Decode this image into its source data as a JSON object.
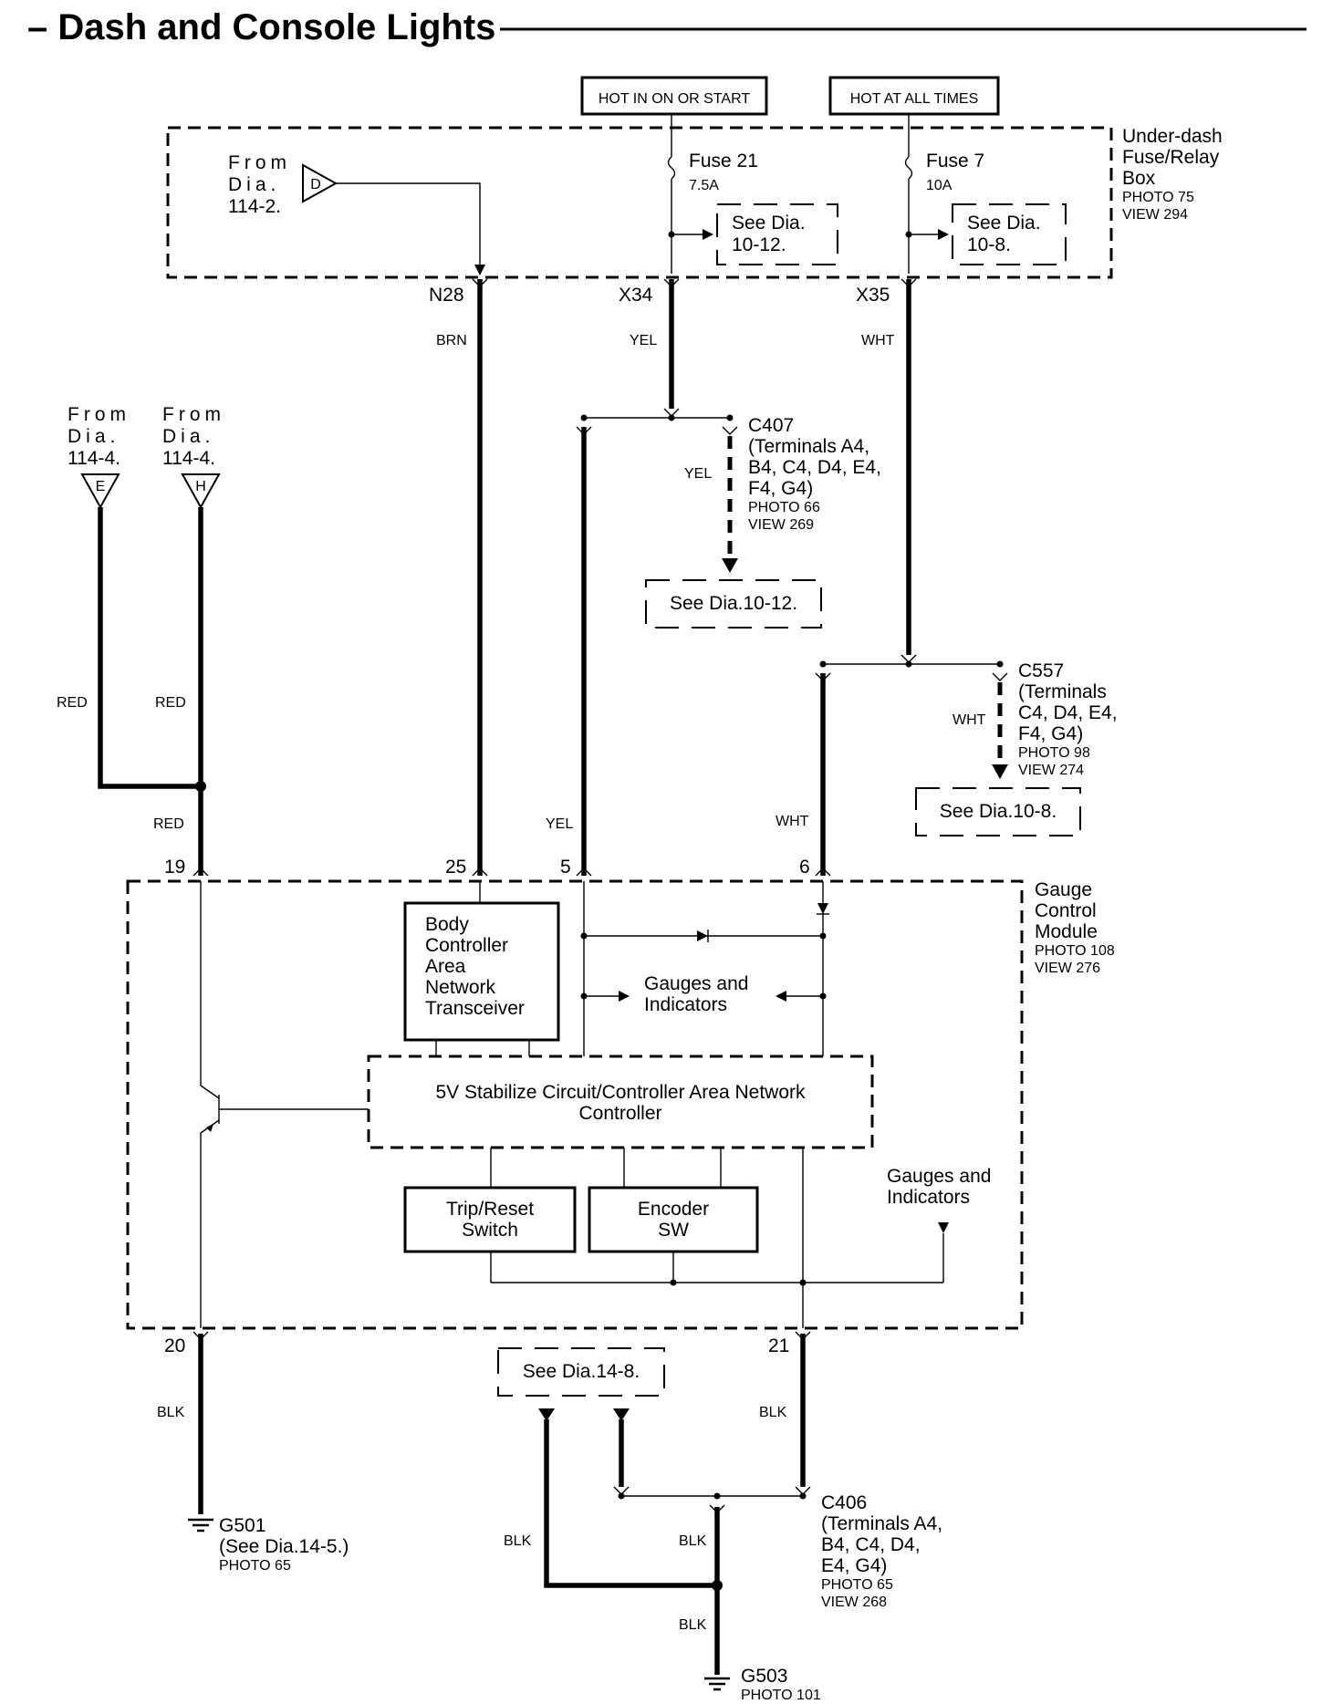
{
  "title": "– Dash and Console Lights",
  "power_sources": {
    "hot_in_on": "HOT IN ON OR START",
    "hot_at_all_times": "HOT AT ALL TIMES"
  },
  "fuse_box": {
    "name_line1": "Under-dash",
    "name_line2": "Fuse/Relay",
    "name_line3": "Box",
    "photo": "PHOTO 75",
    "view": "VIEW 294",
    "from_d": {
      "line1": "From",
      "line2": "Dia.",
      "line3": "114-2.",
      "letter": "D"
    },
    "fuse21": {
      "name": "Fuse 21",
      "rating": "7.5A",
      "see_line1": "See Dia.",
      "see_line2": "10-12."
    },
    "fuse7": {
      "name": "Fuse 7",
      "rating": "10A",
      "see_line1": "See Dia.",
      "see_line2": "10-8."
    },
    "terminals": [
      "N28",
      "X34",
      "X35"
    ]
  },
  "wires": {
    "brn": "BRN",
    "yel_top": "YEL",
    "wht_top": "WHT",
    "yel_c407": "YEL",
    "wht_c557": "WHT",
    "red_e": "RED",
    "red_h": "RED",
    "red_joint": "RED",
    "yel_mid": "YEL",
    "wht_mid": "WHT",
    "blk_20": "BLK",
    "blk_21": "BLK",
    "blk_left": "BLK",
    "blk_center": "BLK",
    "blk_g503": "BLK"
  },
  "from_e": {
    "line1": "From",
    "line2": "Dia.",
    "line3": "114-4.",
    "letter": "E"
  },
  "from_h": {
    "line1": "From",
    "line2": "Dia.",
    "line3": "114-4.",
    "letter": "H"
  },
  "c407": {
    "line1": "C407",
    "line2": "(Terminals A4,",
    "line3": "B4, C4, D4, E4,",
    "line4": "F4, G4)",
    "photo": "PHOTO 66",
    "view": "VIEW 269",
    "see": "See Dia.10-12."
  },
  "c557": {
    "line1": "C557",
    "line2": "(Terminals",
    "line3": "C4, D4, E4,",
    "line4": "F4, G4)",
    "photo": "PHOTO 98",
    "view": "VIEW 274",
    "see": "See Dia.10-8."
  },
  "gcm": {
    "name_line1": "Gauge",
    "name_line2": "Control",
    "name_line3": "Module",
    "photo": "PHOTO 108",
    "view": "VIEW 276",
    "pins_top": [
      "19",
      "25",
      "5",
      "6"
    ],
    "pins_bottom": [
      "20",
      "21"
    ],
    "bcan": [
      "Body",
      "Controller",
      "Area",
      "Network",
      "Transceiver"
    ],
    "gauges1": [
      "Gauges and",
      "Indicators"
    ],
    "gauges2": [
      "Gauges and",
      "Indicators"
    ],
    "stabilizer": [
      "5V Stabilize Circuit/Controller Area Network",
      "Controller"
    ],
    "trip": [
      "Trip/Reset",
      "Switch"
    ],
    "encoder": [
      "Encoder",
      "SW"
    ]
  },
  "see_14_8": "See Dia.14-8.",
  "c406": {
    "line1": "C406",
    "line2": "(Terminals A4,",
    "line3": "B4, C4, D4,",
    "line4": "E4, G4)",
    "photo": "PHOTO 65",
    "view": "VIEW 268"
  },
  "g501": {
    "name": "G501",
    "see": "(See Dia.14-5.)",
    "photo": "PHOTO 65"
  },
  "g503": {
    "name": "G503",
    "photo": "PHOTO 101"
  }
}
